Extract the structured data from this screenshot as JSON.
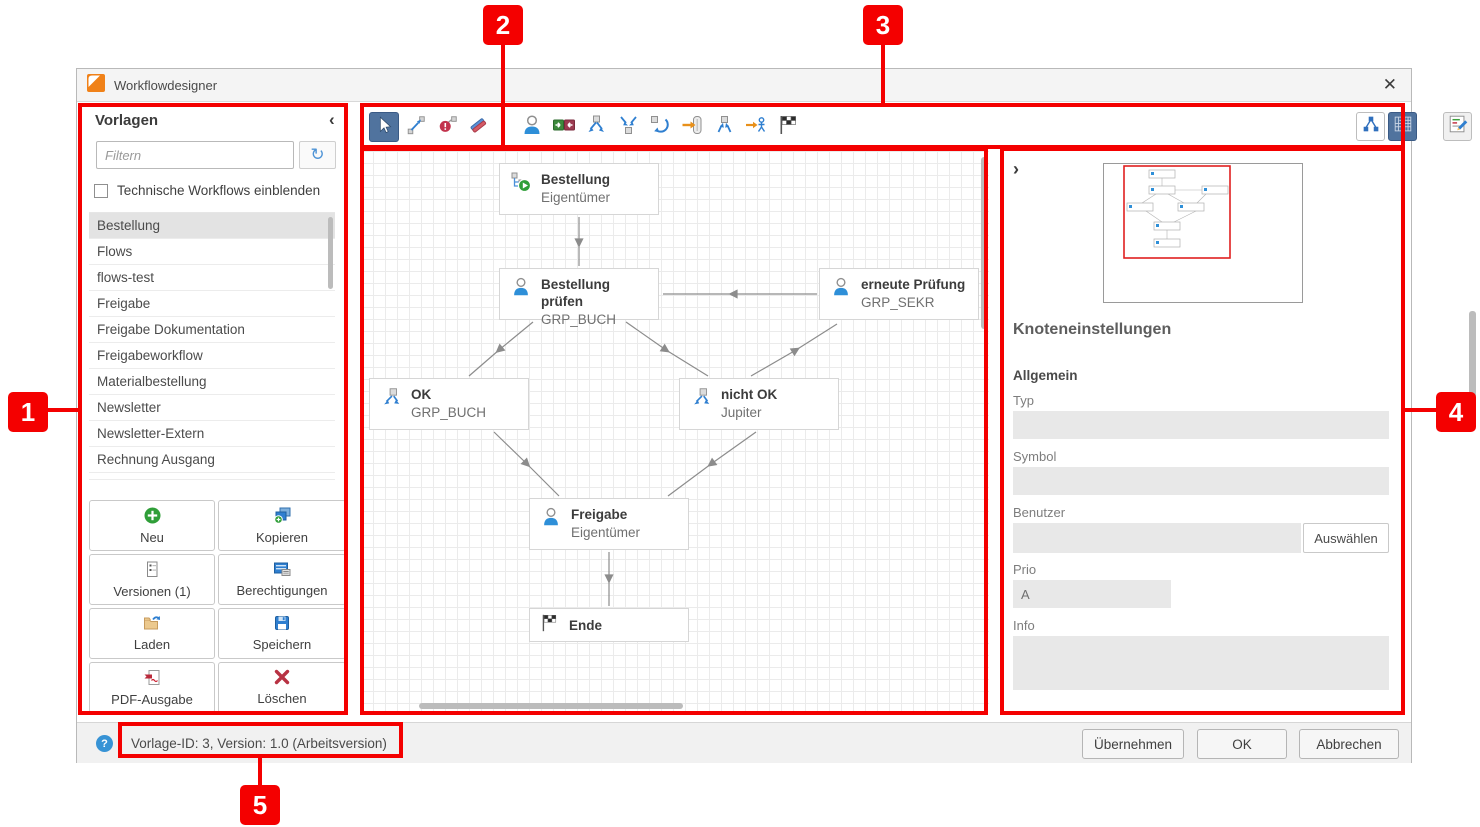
{
  "window": {
    "title": "Workflowdesigner",
    "close_glyph": "✕"
  },
  "sidebar": {
    "title": "Vorlagen",
    "collapse_glyph": "‹",
    "filter_placeholder": "Filtern",
    "refresh_glyph": "↻",
    "checkbox_label": "Technische Workflows einblenden",
    "selected_template": "Bestellung",
    "templates": [
      "Bestellung",
      "Flows",
      "flows-test",
      "Freigabe",
      "Freigabe Dokumentation",
      "Freigabeworkflow",
      "Materialbestellung",
      "Newsletter",
      "Newsletter-Extern",
      "Rechnung Ausgang"
    ],
    "buttons": [
      {
        "label": "Neu",
        "icon": "new-plus-icon"
      },
      {
        "label": "Kopieren",
        "icon": "copy-icon"
      },
      {
        "label": "Versionen (1)",
        "icon": "versions-icon"
      },
      {
        "label": "Berechtigungen",
        "icon": "permissions-icon"
      },
      {
        "label": "Laden",
        "icon": "folder-open-icon"
      },
      {
        "label": "Speichern",
        "icon": "save-disk-icon"
      },
      {
        "label": "PDF-Ausgabe",
        "icon": "pdf-icon"
      },
      {
        "label": "Löschen",
        "icon": "delete-x-icon"
      }
    ]
  },
  "toolbar": {
    "active_tool": "select",
    "tools": [
      "select",
      "connector",
      "connector-error",
      "eraser",
      "person-node",
      "decision-node",
      "fork-node",
      "join-node",
      "cycle-node",
      "handoff-node",
      "subworkflow-node",
      "distribute-node",
      "end-node"
    ],
    "view_tools": [
      "overview",
      "grid-toggle",
      "form-edit"
    ],
    "active_view_tool": "grid-toggle"
  },
  "canvas": {
    "nodes": [
      {
        "title": "Bestellung",
        "subtitle": "Eigentümer",
        "icon": "start-node-icon"
      },
      {
        "title": "Bestellung prüfen",
        "subtitle": "GRP_BUCH",
        "icon": "person-node-icon"
      },
      {
        "title": "erneute Prüfung",
        "subtitle": "GRP_SEKR",
        "icon": "person-node-icon"
      },
      {
        "title": "OK",
        "subtitle": "GRP_BUCH",
        "icon": "fork-node-icon"
      },
      {
        "title": "nicht OK",
        "subtitle": "Jupiter",
        "icon": "fork-node-icon"
      },
      {
        "title": "Freigabe",
        "subtitle": "Eigentümer",
        "icon": "person-node-icon"
      },
      {
        "title": "Ende",
        "subtitle": "",
        "icon": "end-node-icon"
      }
    ]
  },
  "rightpanel": {
    "collapse_glyph": "›",
    "heading": "Knoteneinstellungen",
    "section": "Allgemein",
    "labels": {
      "typ": "Typ",
      "symbol": "Symbol",
      "benutzer": "Benutzer",
      "prio": "Prio",
      "info": "Info"
    },
    "values": {
      "typ": "",
      "symbol": "",
      "benutzer": "",
      "prio": "A",
      "info": ""
    },
    "benutzer_button": "Auswählen"
  },
  "statusbar": {
    "help_glyph": "?",
    "status_text": "Vorlage-ID: 3, Version: 1.0 (Arbeitsversion)",
    "buttons": [
      "Übernehmen",
      "OK",
      "Abbrechen"
    ]
  },
  "annotations": {
    "color": "#f40000",
    "labels": [
      "1",
      "2",
      "3",
      "4",
      "5"
    ]
  }
}
